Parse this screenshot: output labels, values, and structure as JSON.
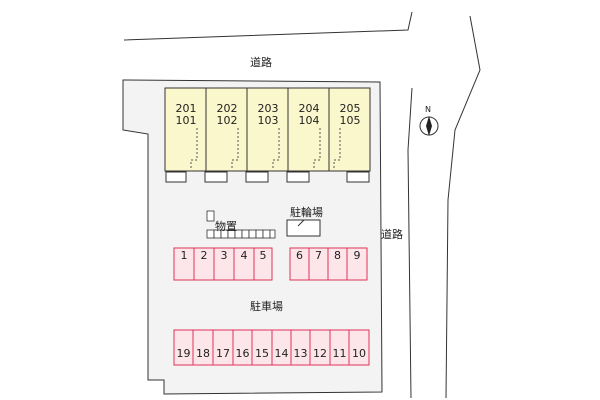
{
  "road_top_label": "道路",
  "road_right_label": "道路",
  "north_label": "N",
  "units": [
    {
      "upper": "201",
      "lower": "101"
    },
    {
      "upper": "202",
      "lower": "102"
    },
    {
      "upper": "203",
      "lower": "103"
    },
    {
      "upper": "204",
      "lower": "104"
    },
    {
      "upper": "205",
      "lower": "105"
    }
  ],
  "storage_label": "物置",
  "bicycle_parking_label": "駐輪場",
  "parking_label": "駐車場",
  "parking_row1_left": [
    "1",
    "2",
    "3",
    "4",
    "5"
  ],
  "parking_row1_right": [
    "6",
    "7",
    "8",
    "9"
  ],
  "parking_row2": [
    "19",
    "18",
    "17",
    "16",
    "15",
    "14",
    "13",
    "12",
    "11",
    "10"
  ],
  "colors": {
    "building_fill": "#fbf7cc",
    "parking_fill": "#fde6ea",
    "parking_stroke": "#e0325a",
    "site_fill": "#f3f3f3",
    "line": "#333333"
  }
}
